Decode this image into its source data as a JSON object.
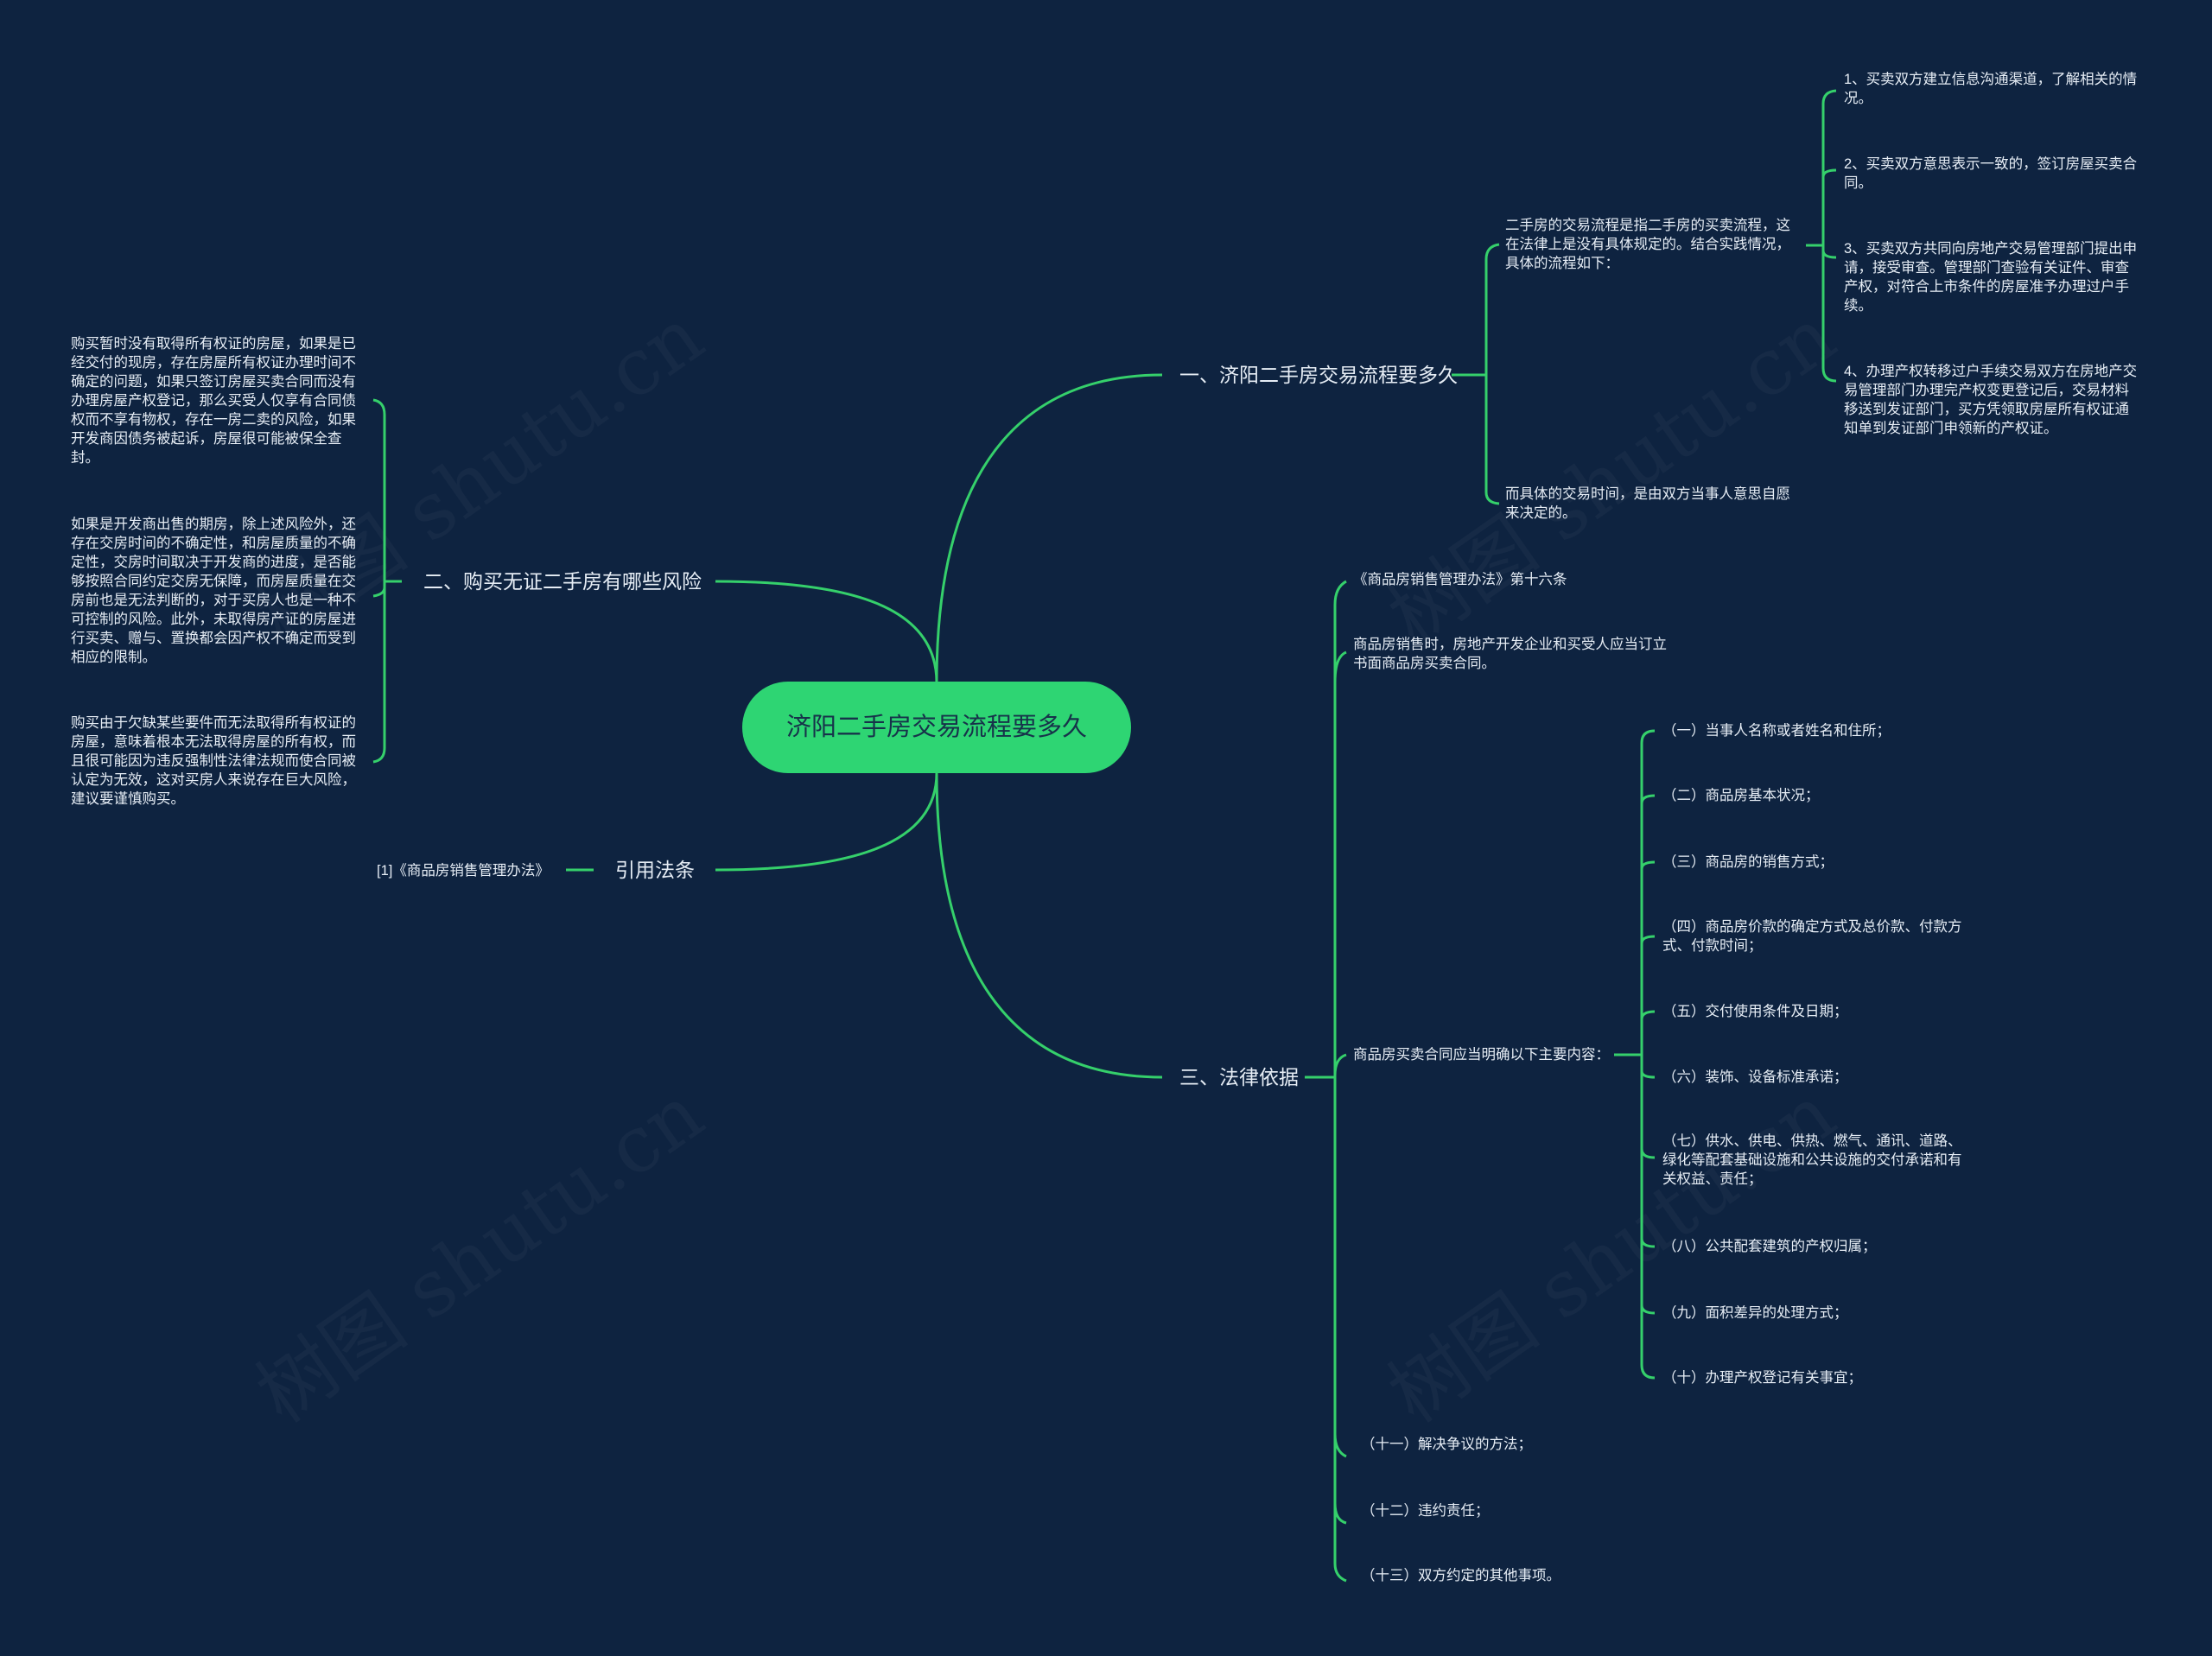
{
  "center": "济阳二手房交易流程要多久",
  "branches": {
    "b1": {
      "label": "一、济阳二手房交易流程要多久",
      "children": [
        "二手房的交易流程是指二手房的买卖流程，这在法律上是没有具体规定的。结合实践情况，具体的流程如下：",
        "而具体的交易时间，是由双方当事人意思自愿来决定的。"
      ],
      "steps": [
        "1、买卖双方建立信息沟通渠道，了解相关的情况。",
        "2、买卖双方意思表示一致的，签订房屋买卖合同。",
        "3、买卖双方共同向房地产交易管理部门提出申请，接受审查。管理部门查验有关证件、审查产权，对符合上市条件的房屋准予办理过户手续。",
        "4、办理产权转移过户手续交易双方在房地产交易管理部门办理完产权变更登记后，交易材料移送到发证部门，买方凭领取房屋所有权证通知单到发证部门申领新的产权证。"
      ]
    },
    "b2": {
      "label": "二、购买无证二手房有哪些风险",
      "children": [
        "购买暂时没有取得所有权证的房屋，如果是已经交付的现房，存在房屋所有权证办理时间不确定的问题，如果只签订房屋买卖合同而没有办理房屋产权登记，那么买受人仅享有合同债权而不享有物权，存在一房二卖的风险，如果开发商因债务被起诉，房屋很可能被保全查封。",
        "如果是开发商出售的期房，除上述风险外，还存在交房时间的不确定性，和房屋质量的不确定性，交房时间取决于开发商的进度，是否能够按照合同约定交房无保障，而房屋质量在交房前也是无法判断的，对于买房人也是一种不可控制的风险。此外，未取得房产证的房屋进行买卖、赠与、置换都会因产权不确定而受到相应的限制。",
        "购买由于欠缺某些要件而无法取得所有权证的房屋，意味着根本无法取得房屋的所有权，而且很可能因为违反强制性法律法规而使合同被认定为无效，这对买房人来说存在巨大风险，建议要谨慎购买。"
      ]
    },
    "b3": {
      "label": "引用法条",
      "children": [
        "[1]《商品房销售管理办法》"
      ]
    },
    "b4": {
      "label": "三、法律依据",
      "children": [
        "《商品房销售管理办法》第十六条",
        "商品房销售时，房地产开发企业和买受人应当订立书面商品房买卖合同。",
        "商品房买卖合同应当明确以下主要内容：",
        "（十一）解决争议的方法；",
        "（十二）违约责任；",
        "（十三）双方约定的其他事项。"
      ],
      "items": [
        "（一）当事人名称或者姓名和住所；",
        "（二）商品房基本状况；",
        "（三）商品房的销售方式；",
        "（四）商品房价款的确定方式及总价款、付款方式、付款时间；",
        "（五）交付使用条件及日期；",
        "（六）装饰、设备标准承诺；",
        "（七）供水、供电、供热、燃气、通讯、道路、绿化等配套基础设施和公共设施的交付承诺和有关权益、责任；",
        "（八）公共配套建筑的产权归属；",
        "（九）面积差异的处理方式；",
        "（十）办理产权登记有关事宜；"
      ]
    }
  },
  "watermark": "树图 shutu.cn",
  "colors": {
    "background": "#0e2340",
    "line": "#35d06b",
    "center": "#2ed573"
  }
}
